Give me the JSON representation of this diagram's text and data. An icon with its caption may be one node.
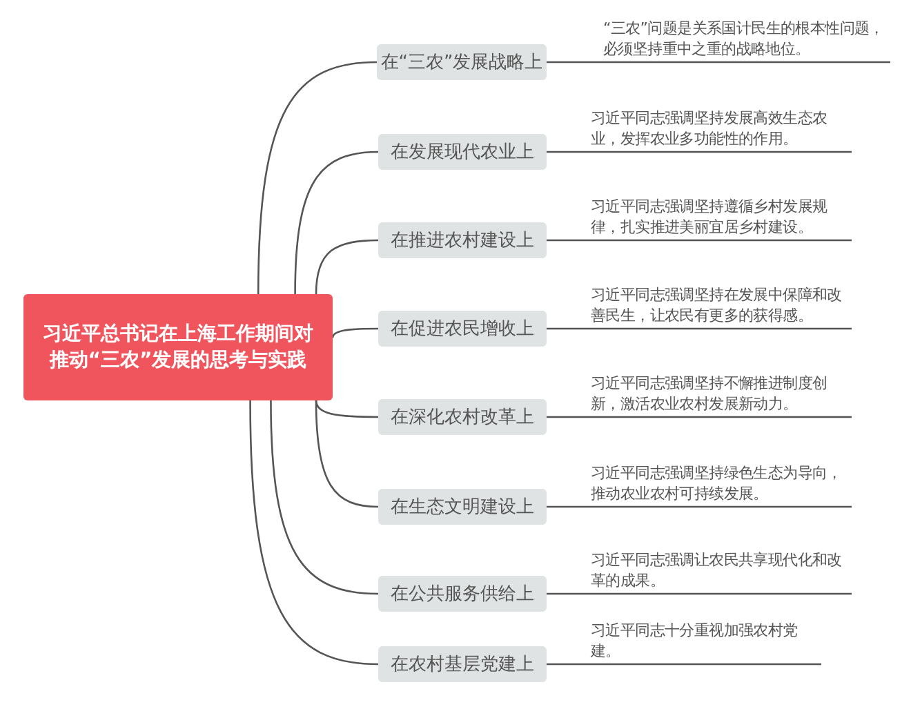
{
  "diagram": {
    "nodes": [
      {
        "text": [
          "习近平总书记在上海工作期间对推动“三农”发展的思考与实践"
        ]
      },
      {
        "text": [
          "在“三农”发展战略上"
        ]
      },
      {
        "text": [
          "在发展现代农业上"
        ]
      },
      {
        "text": [
          "在推进农村建设上"
        ]
      },
      {
        "text": [
          "在促进农民增收上"
        ]
      },
      {
        "text": [
          "在深化农村改革上"
        ]
      },
      {
        "text": [
          "在生态文明建设上"
        ]
      },
      {
        "text": [
          "在公共服务供给上"
        ]
      },
      {
        "text": [
          "在农村基层党建上"
        ]
      },
      {
        "text": [
          "“三农”问题是关系国计民生的根本性问题，必须坚持重中之重的战略地位。"
        ]
      },
      {
        "text": [
          "习近平同志强调坚持发展高效生态农业，发挥农业多功能性的作用。"
        ]
      },
      {
        "text": [
          "习近平同志强调坚持遵循乡村发展规律，扎实推进美丽宜居乡村建设。"
        ]
      },
      {
        "text": [
          "习近平同志强调坚持在发展中保障和改善民生，让农民有更多的获得感。"
        ]
      },
      {
        "text": [
          "习近平同志强调坚持不懈推进制度创新，激活农业农村发展新动力。"
        ]
      },
      {
        "text": [
          "习近平同志强调坚持绿色生态为导向，推动农业农村可持续发展。"
        ]
      },
      {
        "text": [
          "习近平同志强调让农民共享现代化和改革的成果。"
        ]
      },
      {
        "text": [
          "习近平同志十分重视加强农村党建。"
        ]
      }
    ],
    "edges": [
      {
        "from": 0,
        "to": 1,
        "arrow": "none"
      },
      {
        "from": 0,
        "to": 2,
        "arrow": "none"
      },
      {
        "from": 0,
        "to": 3,
        "arrow": "none"
      },
      {
        "from": 0,
        "to": 4,
        "arrow": "none"
      },
      {
        "from": 0,
        "to": 5,
        "arrow": "none"
      },
      {
        "from": 0,
        "to": 6,
        "arrow": "none"
      },
      {
        "from": 0,
        "to": 7,
        "arrow": "none"
      },
      {
        "from": 0,
        "to": 8,
        "arrow": "none"
      },
      {
        "from": 1,
        "to": 9,
        "arrow": "none"
      },
      {
        "from": 2,
        "to": 10,
        "arrow": "none"
      },
      {
        "from": 3,
        "to": 11,
        "arrow": "none"
      },
      {
        "from": 4,
        "to": 12,
        "arrow": "none"
      },
      {
        "from": 5,
        "to": 13,
        "arrow": "none"
      },
      {
        "from": 6,
        "to": 14,
        "arrow": "none"
      },
      {
        "from": 7,
        "to": 15,
        "arrow": "none"
      },
      {
        "from": 8,
        "to": 16,
        "arrow": "none"
      }
    ]
  }
}
